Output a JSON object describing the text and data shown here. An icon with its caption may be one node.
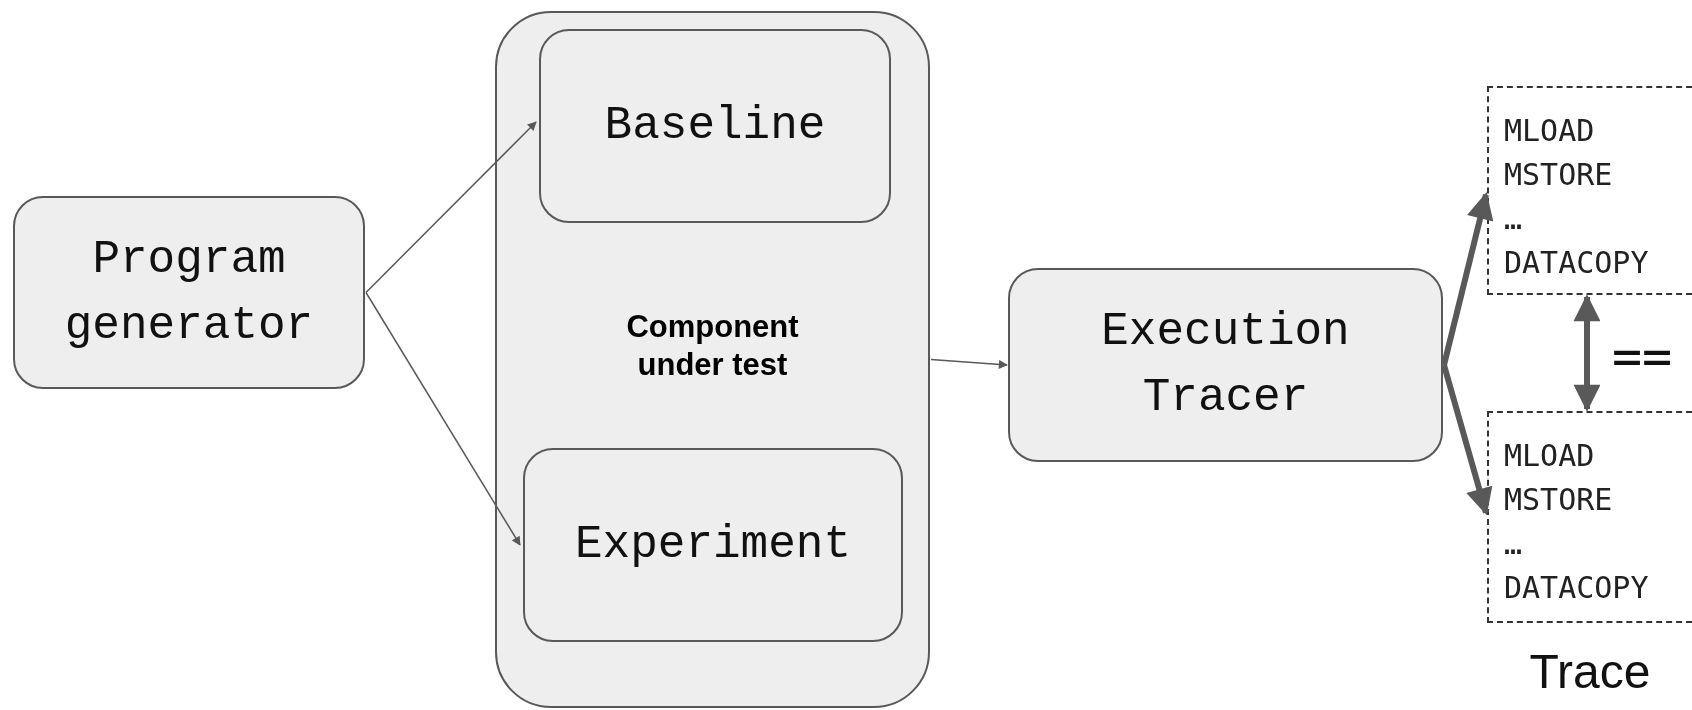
{
  "diagram": {
    "nodes": [
      {
        "text": [
          "Program generator"
        ]
      },
      {
        "text": [
          "Component under test"
        ]
      },
      {
        "text": [
          "Baseline"
        ],
        "in": 1
      },
      {
        "text": [
          "Experiment"
        ],
        "in": 1
      },
      {
        "text": [
          "Execution Tracer"
        ]
      },
      {
        "text": [
          "MLOAD",
          "MSTORE",
          "…",
          "DATACOPY"
        ]
      },
      {
        "text": [
          "MLOAD",
          "MSTORE",
          "…",
          "DATACOPY"
        ],
        "beside": [
          "Trace"
        ]
      }
    ],
    "edges": [
      {
        "from": 0,
        "to": 2,
        "arrow": "to"
      },
      {
        "from": 0,
        "to": 3,
        "arrow": "to"
      },
      {
        "from": 1,
        "to": 4,
        "arrow": "to"
      },
      {
        "from": 4,
        "to": 5,
        "arrow": "to",
        "style": "thick"
      },
      {
        "from": 4,
        "to": 6,
        "arrow": "to",
        "style": "thick"
      },
      {
        "from": 5,
        "to": 6,
        "arrow": "both",
        "style": "thick"
      }
    ],
    "labels": [
      "=="
    ]
  }
}
